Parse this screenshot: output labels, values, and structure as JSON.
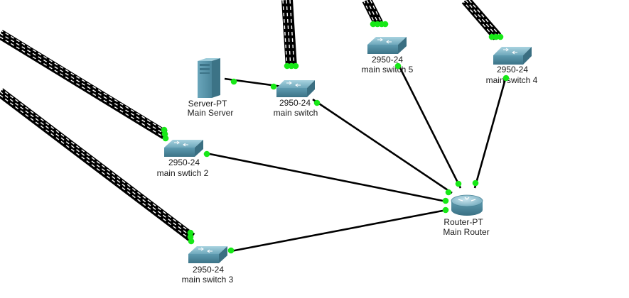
{
  "colors": {
    "link": "#000000",
    "port_up": "#17e817",
    "device_body": "#5b97ad",
    "device_top": "#8fc0d0",
    "device_dark": "#3f7a90"
  },
  "devices": {
    "server": {
      "model": "Server-PT",
      "name": "Main Server",
      "icon": "server-icon"
    },
    "main_switch": {
      "model": "2950-24",
      "name": "main switch",
      "icon": "switch-icon"
    },
    "switch_5": {
      "model": "2950-24",
      "name": "main switch 5",
      "icon": "switch-icon"
    },
    "switch_4": {
      "model": "2950-24",
      "name": "main switch 4",
      "icon": "switch-icon"
    },
    "switch_2": {
      "model": "2950-24",
      "name": "main swtich 2",
      "icon": "switch-icon"
    },
    "switch_3": {
      "model": "2950-24",
      "name": "main switch 3",
      "icon": "switch-icon"
    },
    "router": {
      "model": "Router-PT",
      "name": "Main Router",
      "icon": "router-icon"
    }
  }
}
